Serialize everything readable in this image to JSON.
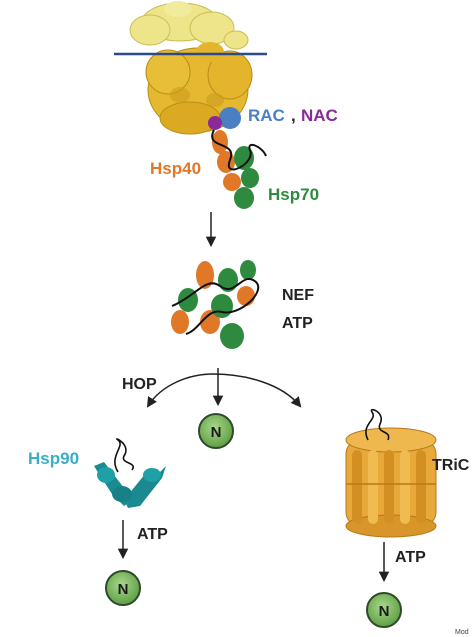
{
  "labels": {
    "rac": "RAC",
    "comma": ",",
    "nac": "NAC",
    "hsp40": "Hsp40",
    "hsp70": "Hsp70",
    "nef": "NEF",
    "atp_mid": "ATP",
    "hop": "HOP",
    "hsp90": "Hsp90",
    "tric": "TRiC",
    "atp_left": "ATP",
    "atp_right": "ATP",
    "native_center": "N",
    "native_left": "N",
    "native_right": "N",
    "corner_note": "Mod"
  },
  "colors": {
    "rac": "#4a7fc4",
    "nac": "#8a2a9a",
    "hsp40": "#e07828",
    "hsp70": "#2e8a3e",
    "hsp90": "#3aaec4",
    "hsp90_body": "#1a8a90",
    "tric": "#e8a83a",
    "ribosome_large": "#e6b830",
    "ribosome_small": "#eee58a",
    "membrane": "#2a4a8a",
    "native_fill": "#7cb860"
  }
}
